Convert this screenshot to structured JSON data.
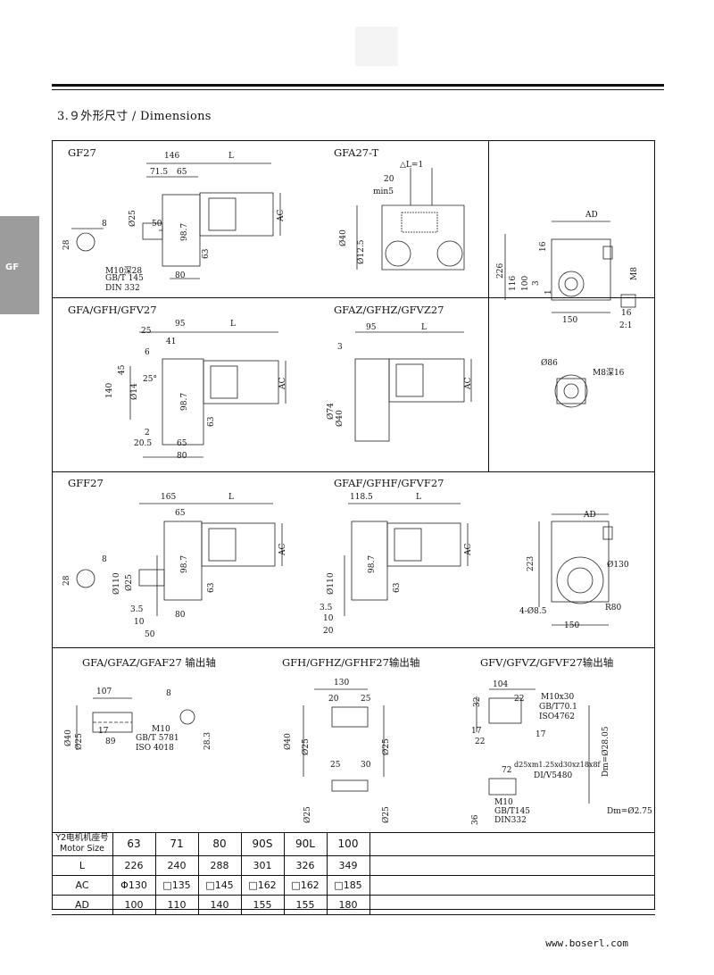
{
  "section_title": "3.９外形尺寸 / Dimensions",
  "side_tab": "GF",
  "panels": {
    "gf27": {
      "title": "GF27",
      "dims": [
        "146",
        "L",
        "71.5",
        "65",
        "Ø25",
        "8",
        "28",
        "50",
        "98.7",
        "63",
        "80",
        "AC"
      ],
      "note": [
        "M10深28",
        "GB/T 145",
        "DIN 332"
      ]
    },
    "gfa27t": {
      "title": "GFA27-T",
      "dims": [
        "△L=1",
        "20",
        "min5",
        "Ø40",
        "Ø12.5"
      ]
    },
    "side1": {
      "dims": [
        "AD",
        "226",
        "116",
        "100",
        "3",
        "16",
        "1",
        "M8",
        "16",
        "150",
        "2:1"
      ]
    },
    "gfa27": {
      "title": "GFA/GFH/GFV27",
      "dims": [
        "95",
        "L",
        "25",
        "41",
        "6",
        "45",
        "Ø14",
        "25°",
        "140",
        "98.7",
        "63",
        "2",
        "20.5",
        "65",
        "80",
        "AC"
      ]
    },
    "gfaz27": {
      "title": "GFAZ/GFHZ/GFVZ27",
      "dims": [
        "95",
        "L",
        "3",
        "Ø74",
        "Ø40",
        "AC"
      ]
    },
    "flange_small": {
      "dims": [
        "Ø86",
        "M8深16"
      ]
    },
    "gff27": {
      "title": "GFF27",
      "dims": [
        "165",
        "L",
        "65",
        "Ø110",
        "Ø25",
        "98.7",
        "63",
        "3.5",
        "80",
        "10",
        "50",
        "8",
        "28",
        "AC"
      ]
    },
    "gfaf27": {
      "title": "GFAF/GFHF/GFVF27",
      "dims": [
        "118.5",
        "L",
        "Ø110",
        "98.7",
        "63",
        "3.5",
        "10",
        "20",
        "AC"
      ]
    },
    "side2": {
      "dims": [
        "AD",
        "223",
        "Ø130",
        "R80",
        "4-Ø8.5",
        "150"
      ]
    },
    "shaft1": {
      "title": "GFA/GFAZ/GFAF27 输出轴",
      "dims": [
        "107",
        "8",
        "17",
        "89",
        "Ø40",
        "Ø25",
        "M10",
        "GB/T 5781",
        "ISO 4018",
        "28.3"
      ]
    },
    "shaft2": {
      "title": "GFH/GFHZ/GFHF27输出轴",
      "dims": [
        "130",
        "20",
        "25",
        "Ø40",
        "Ø25",
        "Ø25",
        "25",
        "30",
        "Ø25",
        "Ø25"
      ]
    },
    "shaft3": {
      "title": "GFV/GFVZ/GFVF27输出轴",
      "dims": [
        "104",
        "22",
        "M10x30",
        "GB/T70.1",
        "ISO4762",
        "32",
        "17",
        "22",
        "17",
        "72",
        "d25xm1.25xd30xz18x8f",
        "DI/V5480",
        "M10",
        "GB/T145",
        "DIN332",
        "36",
        "Dm=Ø28.05",
        "Dm=Ø2.75"
      ]
    }
  },
  "table": {
    "header_label": "Y2电机机座号 Motor Size",
    "columns": [
      "63",
      "71",
      "80",
      "90S",
      "90L",
      "100"
    ],
    "rows": [
      {
        "label": "L",
        "values": [
          "226",
          "240",
          "288",
          "301",
          "326",
          "349"
        ]
      },
      {
        "label": "AC",
        "values": [
          "Φ130",
          "□135",
          "□145",
          "□162",
          "□162",
          "□185"
        ]
      },
      {
        "label": "AD",
        "values": [
          "100",
          "110",
          "140",
          "155",
          "155",
          "180"
        ]
      }
    ]
  },
  "footer_url": "www.boserl.com"
}
